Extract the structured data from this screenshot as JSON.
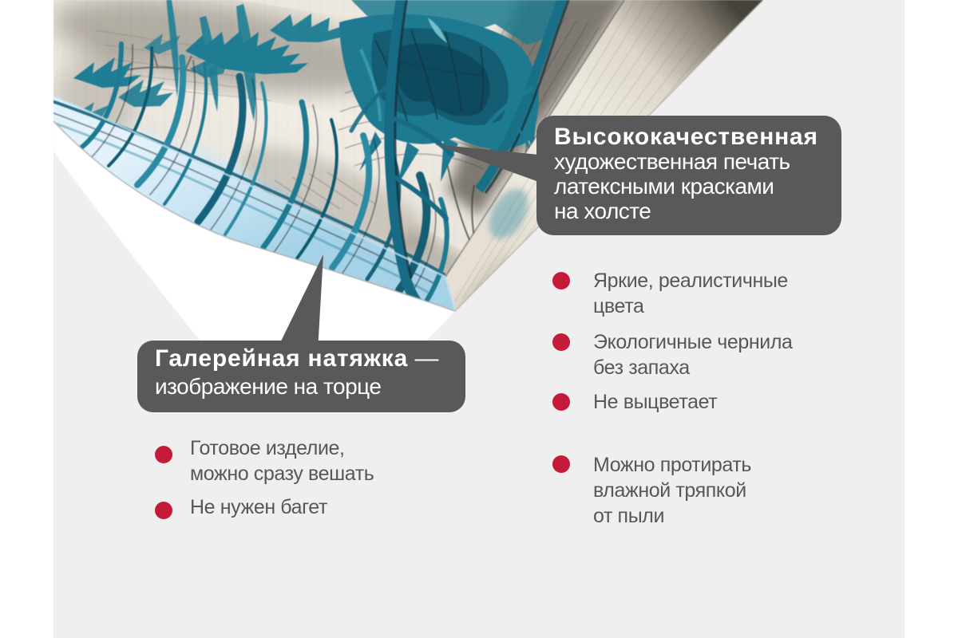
{
  "page": {
    "kind": "product-infographic",
    "background": "#ffffff",
    "content_background": "#efefef"
  },
  "palette": {
    "bubble_gray": "#59595b",
    "text_white": "#ffffff",
    "text_gray": "#57575a",
    "bullet_red": "#c41b39",
    "canvas_paper": "#eae5dc",
    "canvas_teal": "#1e7d93",
    "canvas_teal_dark": "#145d73",
    "canvas_navy": "#16323f",
    "canvas_side_blue": "#c7e3f2",
    "photo_white": "#ffffff"
  },
  "photo": {
    "subject": "corner of stretched art canvas with teal botanical ink drawing"
  },
  "callout_print": {
    "title": "Высококачественная",
    "lines": [
      "художественная печать",
      "латексными красками",
      "на холсте"
    ]
  },
  "callout_stretch": {
    "title": "Галерейная натяжка",
    "dash": " —",
    "line": "изображение на торце"
  },
  "features_left": [
    {
      "lines": [
        "Готовое изделие,",
        "можно сразу вешать"
      ]
    },
    {
      "lines": [
        "Не нужен багет"
      ]
    }
  ],
  "features_right": [
    {
      "lines": [
        "Яркие, реалистичные",
        "цвета"
      ]
    },
    {
      "lines": [
        "Экологичные чернила",
        "без запаха"
      ]
    },
    {
      "lines": [
        "Не выцветает"
      ]
    },
    {
      "lines": [
        "Можно протирать",
        "влажной тряпкой",
        "от пыли"
      ]
    }
  ]
}
